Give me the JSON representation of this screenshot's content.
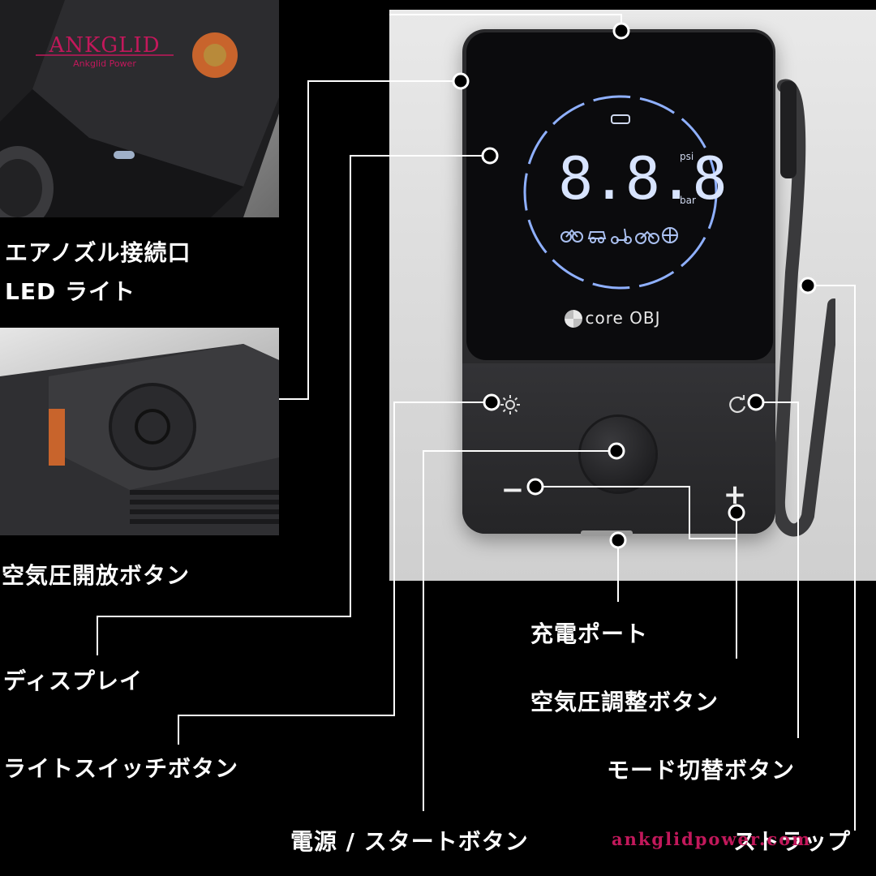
{
  "labels": {
    "air_nozzle_port": "エアノズル接続口",
    "led_light": "LED ライト",
    "pressure_release_button": "空気圧開放ボタン",
    "display": "ディスプレイ",
    "light_switch_button": "ライトスイッチボタン",
    "power_start_button": "電源 / スタートボタン",
    "charging_port": "充電ポート",
    "pressure_adjust_button": "空気圧調整ボタン",
    "mode_switch_button": "モード切替ボタン",
    "strap": "ストラップ"
  },
  "device": {
    "readout": "8.8.8",
    "unit_psi": "psi",
    "unit_bar": "bar",
    "brand_text": "core OBJ",
    "minus_symbol": "−",
    "plus_symbol": "+"
  },
  "logo": {
    "name": "ANKGLID",
    "tagline": "Ankglid Power"
  },
  "watermark": "ankglidpower.com",
  "colors": {
    "background": "#000000",
    "line": "#ffffff",
    "screen_glow": "#8fb0ff",
    "watermark": "#c2185b"
  }
}
